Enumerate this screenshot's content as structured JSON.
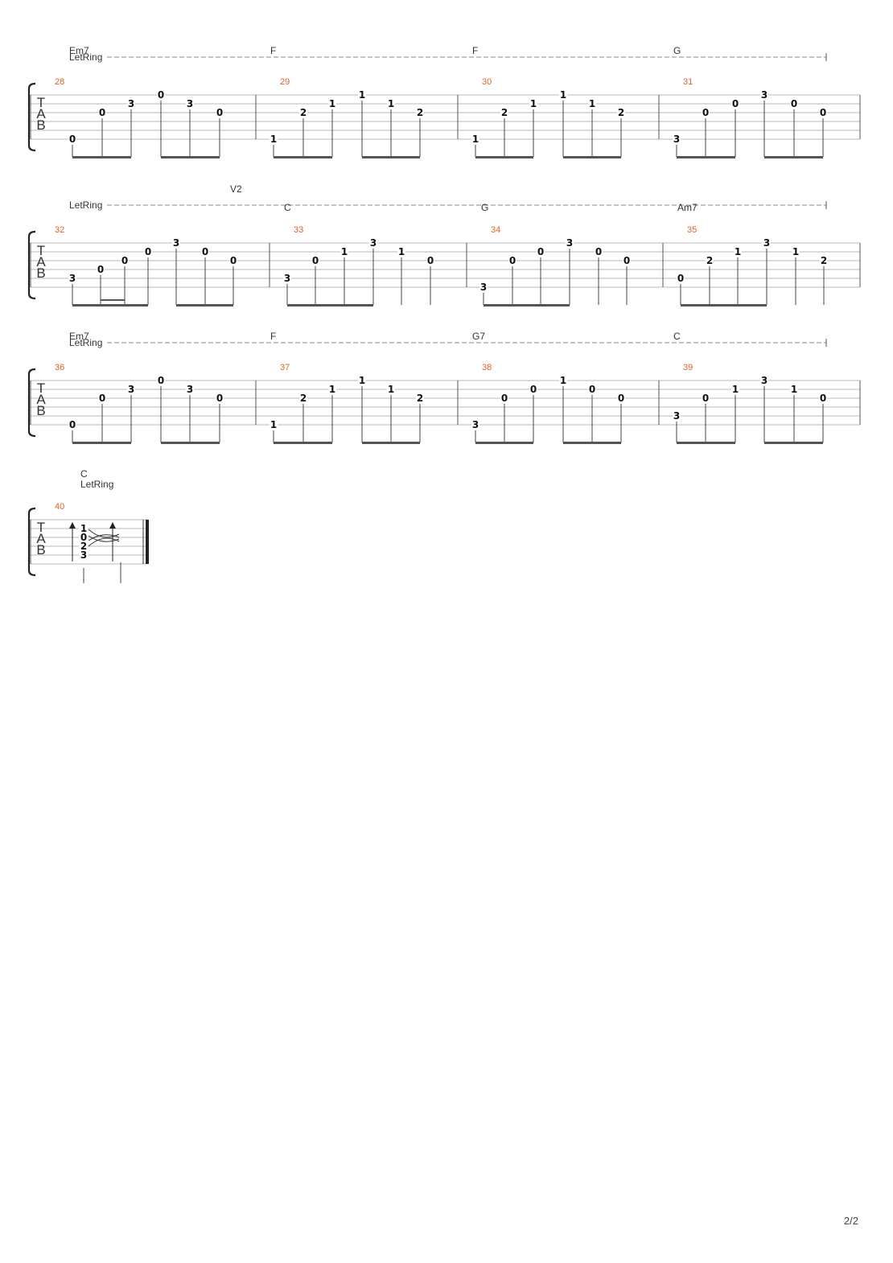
{
  "page_number": "2/2",
  "tab_clef": [
    "T",
    "A",
    "B"
  ],
  "systems": [
    {
      "effects": [
        {
          "text": "LetRing"
        }
      ],
      "measures": [
        {
          "number": "28",
          "chord": "Em7",
          "notes": [
            {
              "s": 6,
              "f": "0"
            },
            {
              "s": 3,
              "f": "0"
            },
            {
              "s": 2,
              "f": "3"
            },
            {
              "s": 1,
              "f": "0"
            },
            {
              "s": 2,
              "f": "3"
            },
            {
              "s": 3,
              "f": "0"
            }
          ]
        },
        {
          "number": "29",
          "chord": "F",
          "notes": [
            {
              "s": 6,
              "f": "1"
            },
            {
              "s": 3,
              "f": "2"
            },
            {
              "s": 2,
              "f": "1"
            },
            {
              "s": 1,
              "f": "1"
            },
            {
              "s": 2,
              "f": "1"
            },
            {
              "s": 3,
              "f": "2"
            }
          ]
        },
        {
          "number": "30",
          "chord": "F",
          "notes": [
            {
              "s": 6,
              "f": "1"
            },
            {
              "s": 3,
              "f": "2"
            },
            {
              "s": 2,
              "f": "1"
            },
            {
              "s": 1,
              "f": "1"
            },
            {
              "s": 2,
              "f": "1"
            },
            {
              "s": 3,
              "f": "2"
            }
          ]
        },
        {
          "number": "31",
          "chord": "G",
          "notes": [
            {
              "s": 6,
              "f": "3"
            },
            {
              "s": 3,
              "f": "0"
            },
            {
              "s": 2,
              "f": "0"
            },
            {
              "s": 1,
              "f": "3"
            },
            {
              "s": 2,
              "f": "0"
            },
            {
              "s": 3,
              "f": "0"
            }
          ]
        }
      ]
    },
    {
      "effects": [
        {
          "text": "LetRing"
        },
        {
          "text": "V2"
        }
      ],
      "measures": [
        {
          "number": "32",
          "chord": "",
          "notes": [
            {
              "s": 5,
              "f": "3"
            },
            {
              "s": 4,
              "f": "0"
            },
            {
              "s": 3,
              "f": "0"
            },
            {
              "s": 2,
              "f": "0"
            },
            {
              "s": 1,
              "f": "3"
            },
            {
              "s": 2,
              "f": "0"
            },
            {
              "s": 3,
              "f": "0"
            }
          ]
        },
        {
          "number": "33",
          "chord": "C",
          "notes": [
            {
              "s": 5,
              "f": "3"
            },
            {
              "s": 3,
              "f": "0"
            },
            {
              "s": 2,
              "f": "1"
            },
            {
              "s": 1,
              "f": "3"
            },
            {
              "s": 2,
              "f": "1"
            },
            {
              "s": 3,
              "f": "0"
            }
          ]
        },
        {
          "number": "34",
          "chord": "G",
          "notes": [
            {
              "s": 6,
              "f": "3"
            },
            {
              "s": 3,
              "f": "0"
            },
            {
              "s": 2,
              "f": "0"
            },
            {
              "s": 1,
              "f": "3"
            },
            {
              "s": 2,
              "f": "0"
            },
            {
              "s": 3,
              "f": "0"
            }
          ]
        },
        {
          "number": "35",
          "chord": "Am7",
          "notes": [
            {
              "s": 5,
              "f": "0"
            },
            {
              "s": 3,
              "f": "2"
            },
            {
              "s": 2,
              "f": "1"
            },
            {
              "s": 1,
              "f": "3"
            },
            {
              "s": 2,
              "f": "1"
            },
            {
              "s": 3,
              "f": "2"
            }
          ]
        }
      ]
    },
    {
      "effects": [
        {
          "text": "LetRing"
        }
      ],
      "measures": [
        {
          "number": "36",
          "chord": "Em7",
          "notes": [
            {
              "s": 6,
              "f": "0"
            },
            {
              "s": 3,
              "f": "0"
            },
            {
              "s": 2,
              "f": "3"
            },
            {
              "s": 1,
              "f": "0"
            },
            {
              "s": 2,
              "f": "3"
            },
            {
              "s": 3,
              "f": "0"
            }
          ]
        },
        {
          "number": "37",
          "chord": "F",
          "notes": [
            {
              "s": 6,
              "f": "1"
            },
            {
              "s": 3,
              "f": "2"
            },
            {
              "s": 2,
              "f": "1"
            },
            {
              "s": 1,
              "f": "1"
            },
            {
              "s": 2,
              "f": "1"
            },
            {
              "s": 3,
              "f": "2"
            }
          ]
        },
        {
          "number": "38",
          "chord": "G7",
          "notes": [
            {
              "s": 6,
              "f": "3"
            },
            {
              "s": 3,
              "f": "0"
            },
            {
              "s": 2,
              "f": "0"
            },
            {
              "s": 1,
              "f": "1"
            },
            {
              "s": 2,
              "f": "0"
            },
            {
              "s": 3,
              "f": "0"
            }
          ]
        },
        {
          "number": "39",
          "chord": "C",
          "notes": [
            {
              "s": 5,
              "f": "3"
            },
            {
              "s": 3,
              "f": "0"
            },
            {
              "s": 2,
              "f": "1"
            },
            {
              "s": 1,
              "f": "3"
            },
            {
              "s": 2,
              "f": "1"
            },
            {
              "s": 3,
              "f": "0"
            }
          ]
        }
      ]
    },
    {
      "effects": [
        {
          "text": "LetRing"
        }
      ],
      "measures": [
        {
          "number": "40",
          "chord": "C",
          "chord_frets": [
            {
              "s": 2,
              "f": "1"
            },
            {
              "s": 3,
              "f": "0"
            },
            {
              "s": 4,
              "f": "2"
            },
            {
              "s": 5,
              "f": "3"
            }
          ]
        }
      ]
    }
  ]
}
